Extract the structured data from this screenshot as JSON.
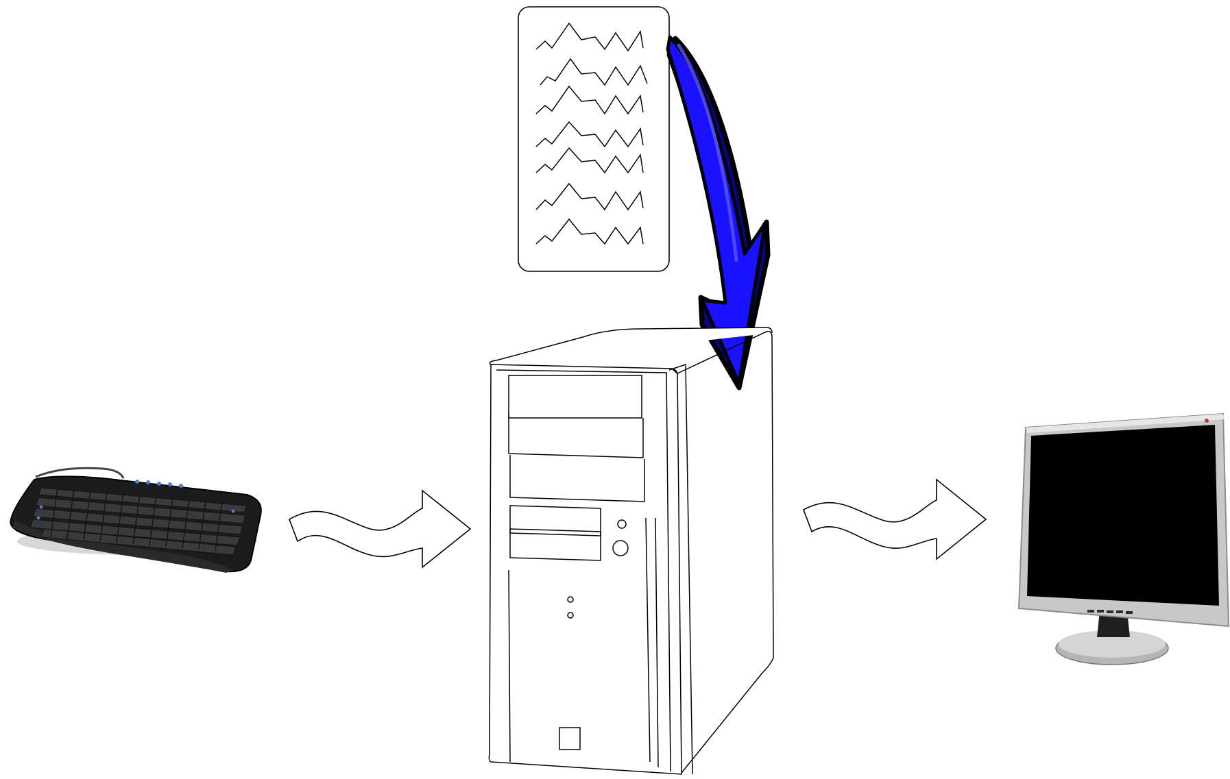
{
  "diagram": {
    "nodes": [
      {
        "id": "keyboard",
        "icon": "keyboard-icon"
      },
      {
        "id": "computer",
        "icon": "computer-tower-icon"
      },
      {
        "id": "monitor",
        "icon": "monitor-icon"
      },
      {
        "id": "program",
        "icon": "program-document-icon",
        "lines": 7
      }
    ],
    "edges": [
      {
        "from": "keyboard",
        "to": "computer",
        "style": "wavy-outline-arrow"
      },
      {
        "from": "computer",
        "to": "monitor",
        "style": "wavy-outline-arrow"
      },
      {
        "from": "program",
        "to": "computer",
        "style": "curved-3d-arrow"
      }
    ]
  },
  "colors": {
    "stroke": "#000000",
    "background": "#ffffff",
    "arrow_fill": "#1a12ff",
    "arrow_shadow": "#0a067a",
    "keyboard_body": "#1c1c1c",
    "keyboard_key": "#3a3a3a",
    "key_accent": "#4a7fd4",
    "monitor_bezel": "#c8c8c8",
    "monitor_screen": "#000000"
  }
}
